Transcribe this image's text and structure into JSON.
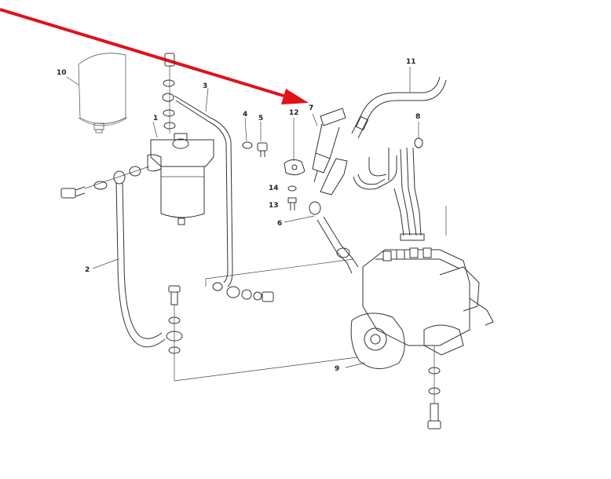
{
  "callouts": {
    "c1": "1",
    "c2": "2",
    "c3": "3",
    "c4": "4",
    "c5": "5",
    "c6": "6",
    "c7": "7",
    "c8": "8",
    "c9": "9",
    "c10": "10",
    "c11": "11",
    "c12": "12",
    "c13": "13",
    "c14": "14"
  },
  "colors": {
    "arrow": "#e0121a",
    "line": "#333333",
    "background": "#ffffff"
  }
}
